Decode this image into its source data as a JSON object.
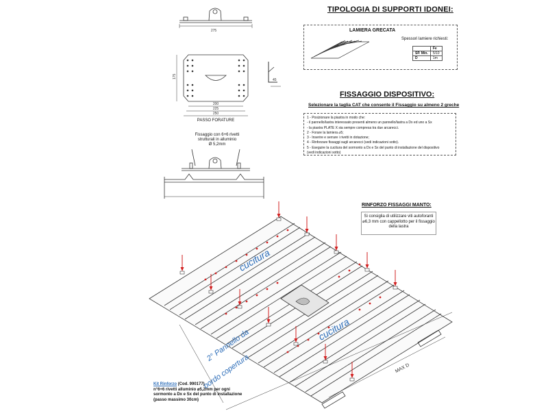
{
  "drawings": {
    "top_dim": "275",
    "plate_dims": {
      "left": "175",
      "w1": "200",
      "w2": "225",
      "w3": "250",
      "side": "45"
    },
    "plate_caption": "PASSO FORATURE",
    "fix_caption": [
      "Fissaggio con 6+6 rivetti",
      "strutturali in alluminio",
      "Ø 5,2mm"
    ]
  },
  "supporti": {
    "title": "TIPOLOGIA DI SUPPORTI IDONEI:",
    "box_title": "LAMIERA GRECATA",
    "box_subtitle": "Spessori lamiere richiesti:",
    "table": {
      "header": [
        "",
        "Fe"
      ],
      "rows": [
        [
          "SP. Min.",
          "5/10"
        ],
        [
          "D",
          "1m"
        ]
      ]
    }
  },
  "fissaggio": {
    "title": "FISSAGGIO DISPOSITIVO:",
    "subtitle": "Selezionare la taglia CAT che consente il Fissaggio su almeno 2 greche",
    "steps": [
      "1  -  Posizionare la piastra in modo che:",
      "     - il pannello/lastra interessato presenti almeno un pannello/lastra a Dx ed uno a Sx",
      "     - la piastra PLATE X sia sempre compresa tra due arcarecci.",
      "2  -  Forare la lamiera ⌀5;",
      "3  -  Inserire e serrare i rivetti in dotazione;",
      "4  -  Rinforzare fissaggi sugli arcarecci (vedi indicazioni sotto).",
      "5  -  Eseguire la cucitura del sormonto a Dx e Sx del punto di installazione del dispositivo",
      "     (vedi indicazioni sotto)"
    ]
  },
  "rinforzo": {
    "title": "RINFORZO FISSAGGI MANTO:",
    "text": [
      "Si consiglia di utilizzare viti autoforanti",
      "⌀6,3 mm con cappellotto per il fissaggio",
      "della lastra"
    ]
  },
  "roof": {
    "cucitura_1": "cucitura",
    "cucitura_2": "cucitura",
    "panel_label_1": "2° Pannello da",
    "panel_label_2": "bordo copertura",
    "max_label": "MAX D"
  },
  "kit": {
    "title": "Kit Rinforzo",
    "code": " (Cod. 990177)",
    "lines": [
      "n°6+6 rivetti alluminio ⌀5,2mm per ogni",
      "sormonto a Dx e Sx del punto di installazione",
      "(passo massimo 30cm)"
    ]
  },
  "colors": {
    "accent": "#2b6cb8",
    "arrow": "#d22020",
    "line": "#333333"
  }
}
